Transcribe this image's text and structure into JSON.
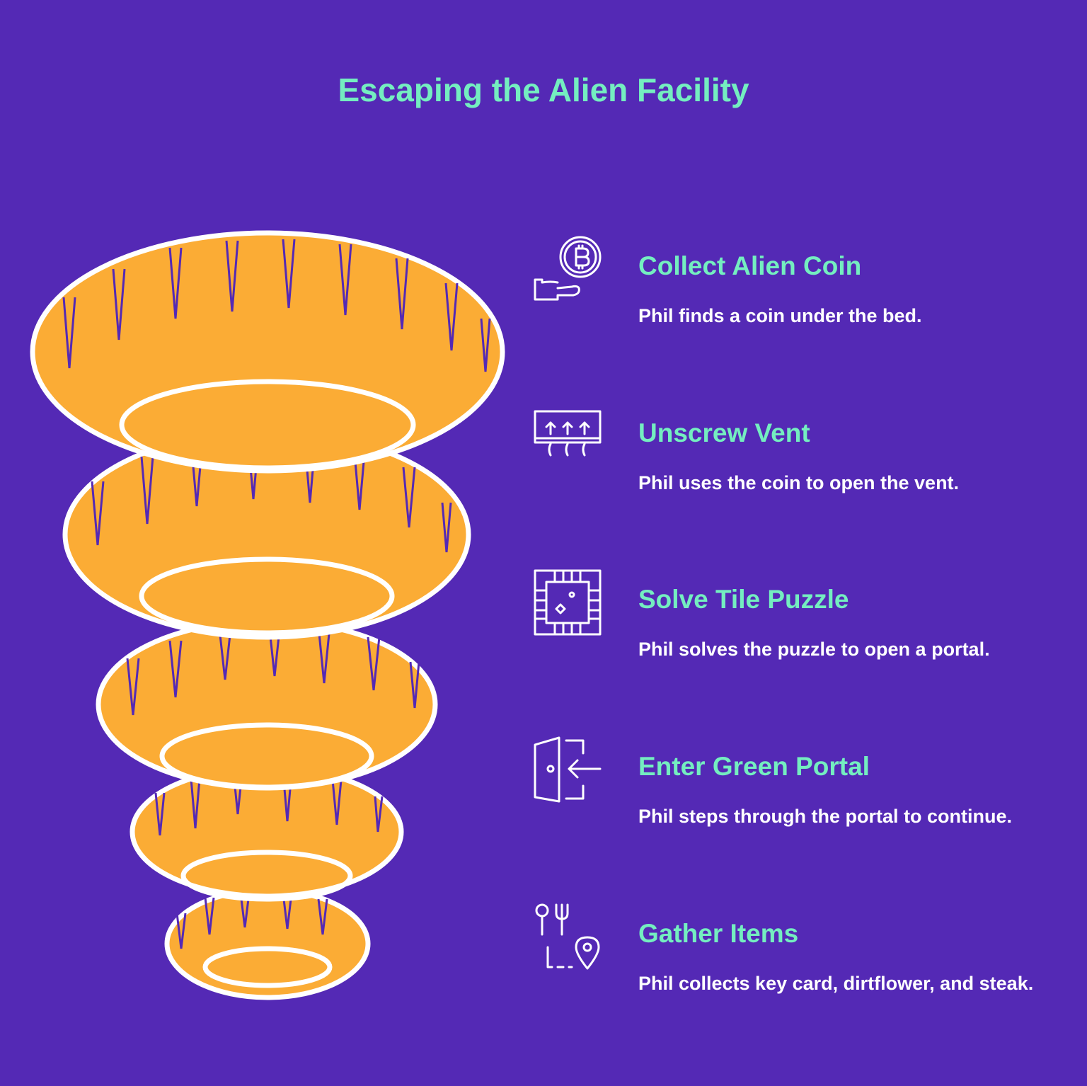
{
  "title": "Escaping the Alien Facility",
  "colors": {
    "background": "#5429b5",
    "accent": "#74eec0",
    "funnel_fill": "#fbac35",
    "outline": "#ffffff"
  },
  "steps": [
    {
      "heading": "Collect Alien Coin",
      "description": "Phil finds a coin under the bed.",
      "icon": "hand-coin-icon"
    },
    {
      "heading": "Unscrew Vent",
      "description": "Phil uses the coin to open the vent.",
      "icon": "vent-icon"
    },
    {
      "heading": "Solve Tile Puzzle",
      "description": "Phil solves the puzzle to open a portal.",
      "icon": "tile-puzzle-icon"
    },
    {
      "heading": "Enter Green Portal",
      "description": "Phil steps through the portal to continue.",
      "icon": "portal-enter-icon"
    },
    {
      "heading": "Gather Items",
      "description": "Phil collects key card, dirtflower, and steak.",
      "icon": "items-map-icon"
    }
  ]
}
